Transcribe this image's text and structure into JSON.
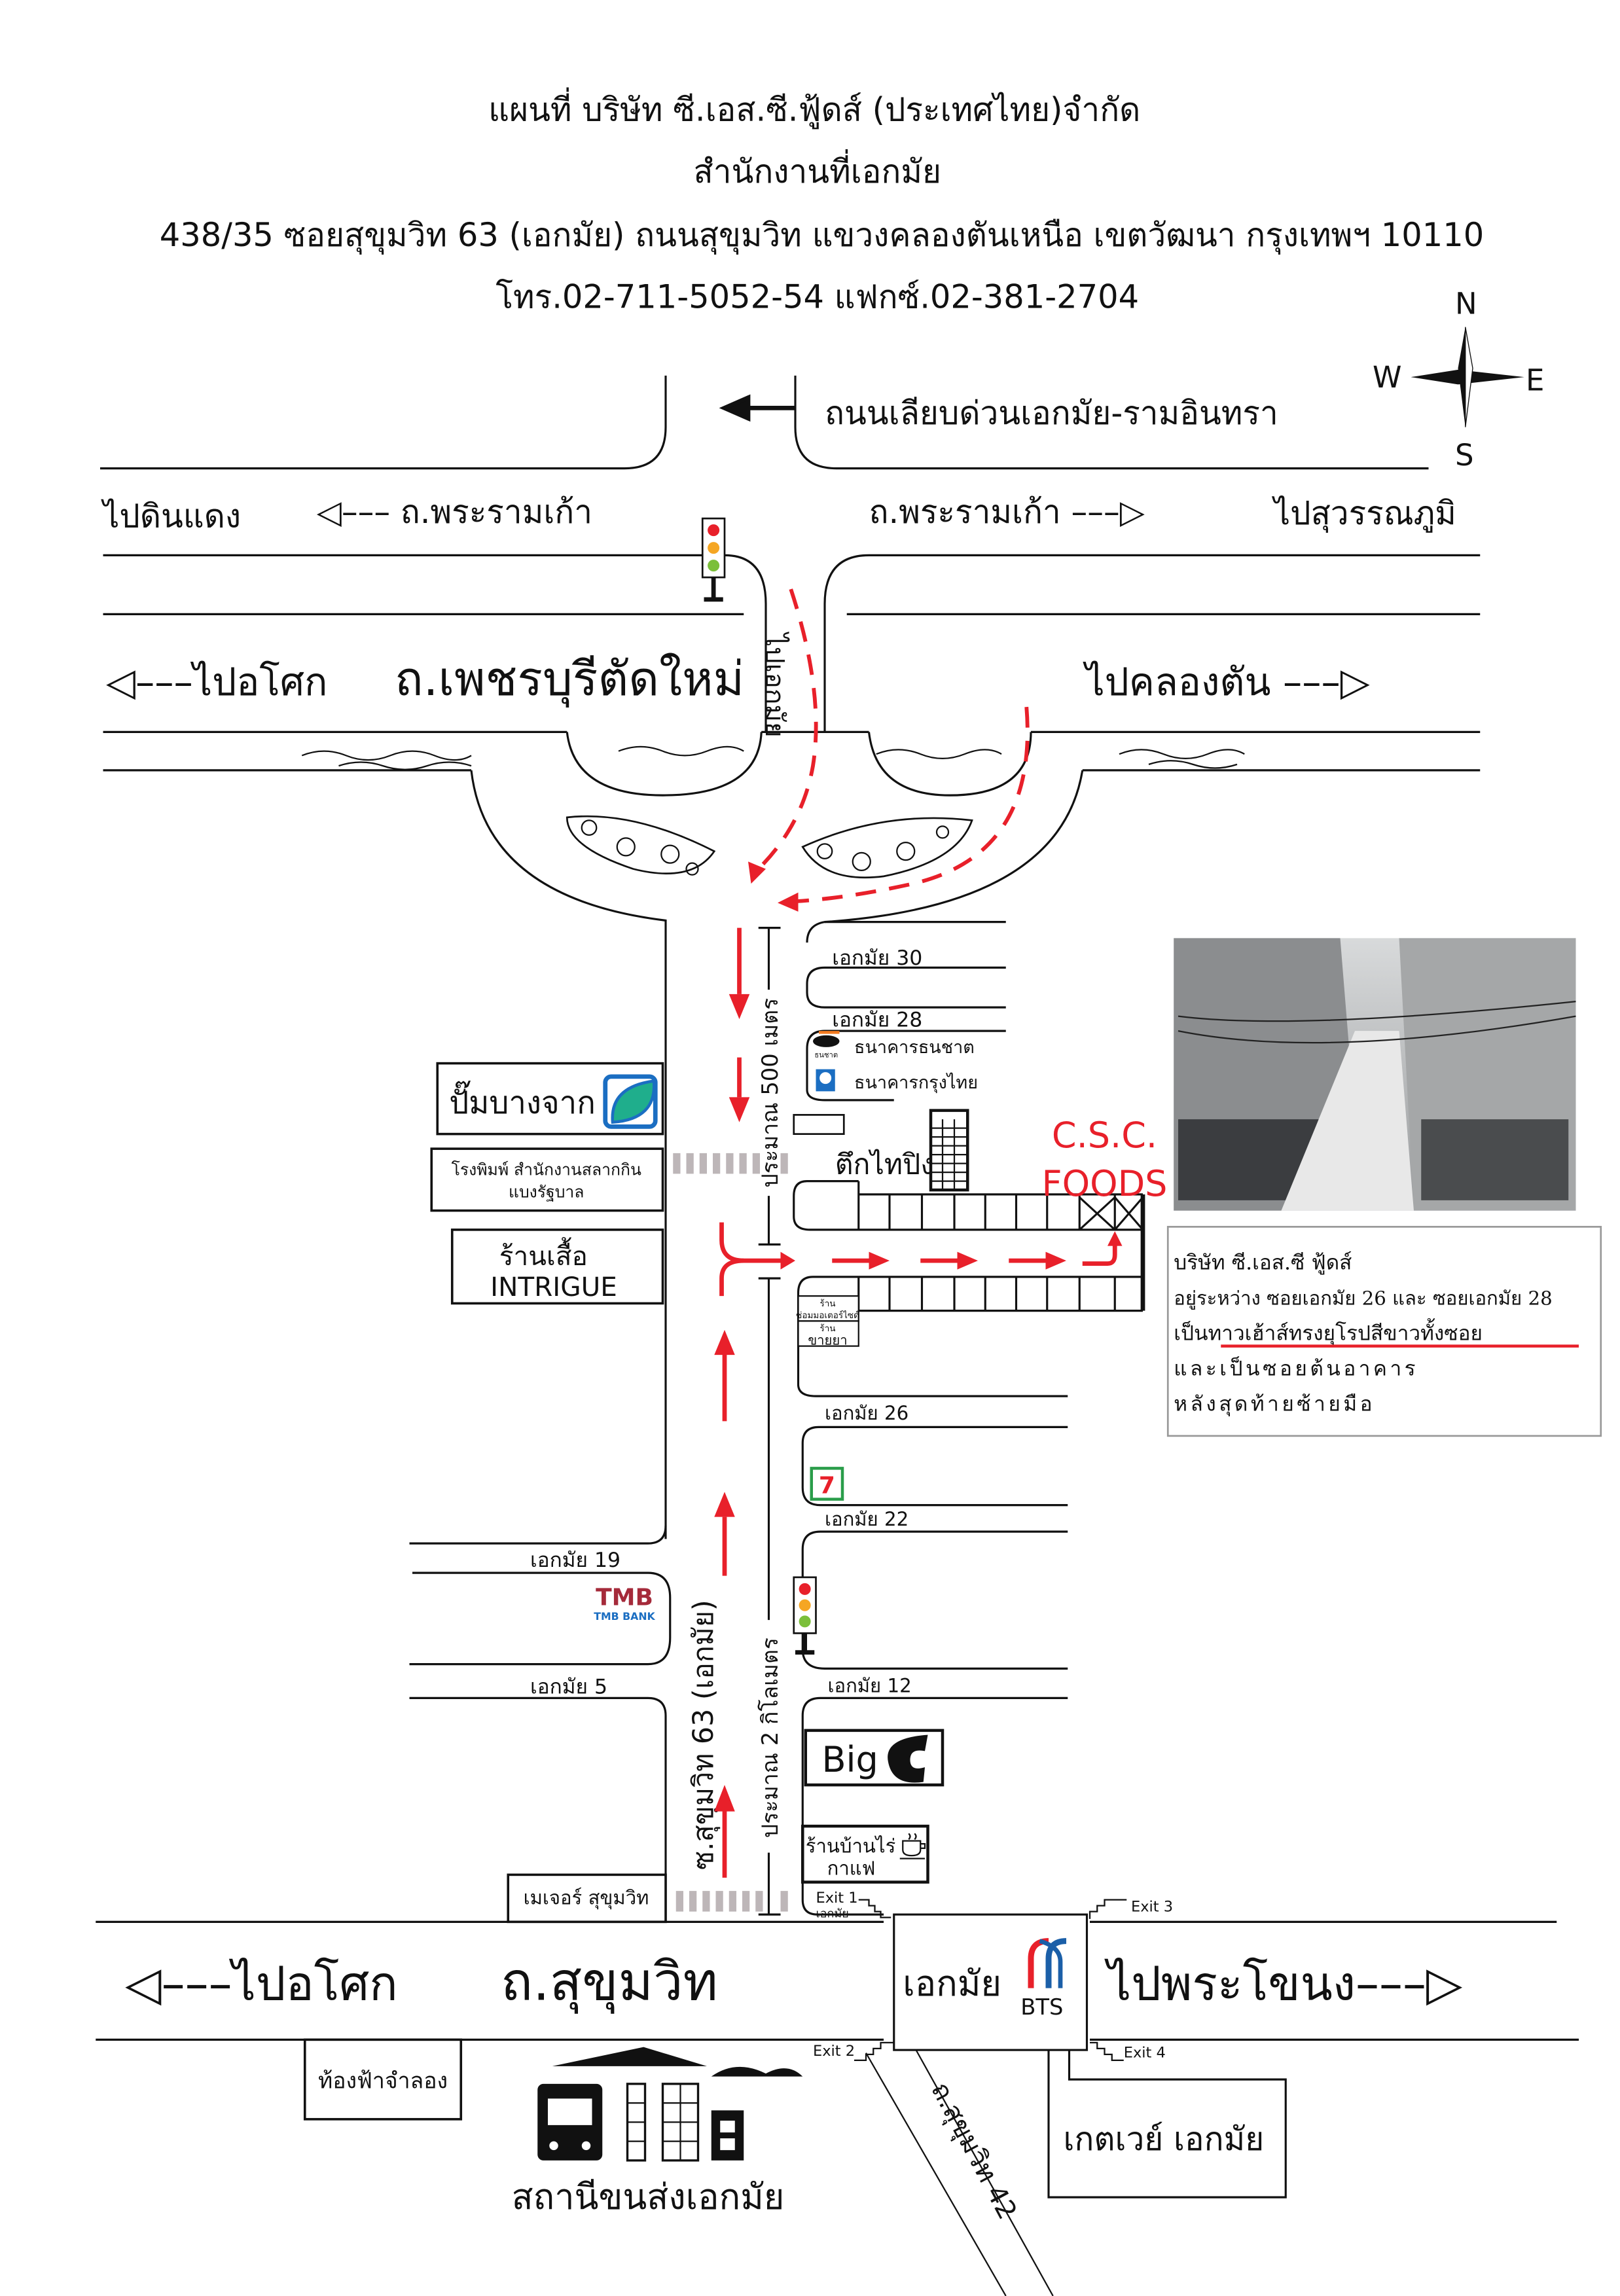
{
  "header": {
    "title": "แผนที่ บริษัท ซี.เอส.ซี.ฟู้ดส์ (ประเทศไทย)จำกัด",
    "office": "สำนักงานที่เอกมัย",
    "address": "438/35 ซอยสุขุมวิท 63 (เอกมัย) ถนนสุขุมวิท แขวงคลองตันเหนือ เขตวัฒนา กรุงเทพฯ 10110",
    "contact": "โทร.02-711-5052-54 แฟกซ์.02-381-2704"
  },
  "compass": {
    "n": "N",
    "s": "S",
    "e": "E",
    "w": "W"
  },
  "roads": {
    "expressway": "ถนนเลียบด่วนเอกมัย-รามอินทรา",
    "to_din_daeng": "ไปดินแดง",
    "rama9_left": "◁––– ถ.พระรามเก้า",
    "rama9_right": "ถ.พระรามเก้า –––▷",
    "to_suvarnabhumi": "ไปสุวรรณภูมิ",
    "to_asok_top": "◁–––ไปอโศก",
    "phetchaburi": "ถ.เพชรบุรีตัดใหม่",
    "to_khlong_tan": "ไปคลองตัน –––▷",
    "to_ekkamai": "ไปเอกมัย",
    "to_asok_bottom": "◁–––ไปอโศก",
    "sukhumvit": "ถ.สุขุมวิท",
    "to_phra_khanong": "ไปพระโขนง–––▷",
    "soi63": "ซ.สุขุมวิท 63 (เอกมัย)",
    "soi42": "ถ.สุขุมวิท 42"
  },
  "distances": {
    "d500": "ประมาณ 500 เมตร",
    "d2km": "ประมาณ 2 กิโลเมตร"
  },
  "sois": {
    "s30": "เอกมัย 30",
    "s28": "เอกมัย 28",
    "s26": "เอกมัย 26",
    "s22": "เอกมัย 22",
    "s12": "เอกมัย 12",
    "s19": "เอกมัย 19",
    "s5": "เอกมัย 5"
  },
  "landmarks": {
    "thanachart": "ธนาคารธนชาต",
    "krungthai": "ธนาคารกรุงไทย",
    "taiping": "ตึกไทปิง",
    "bangchak": "ปั๊มบางจาก",
    "printing_1": "โรงพิมพ์ สำนักงานสลากกิน",
    "printing_2": "แบงรัฐบาล",
    "intrigue_1": "ร้านเสื้อ",
    "intrigue_2": "INTRIGUE",
    "moto_1": "ร้าน",
    "moto_2": "ซ่อมมอเตอร์ไซด์",
    "pharmacy_1": "ร้าน",
    "pharmacy_2": "ขายยา",
    "tmb": "TMB",
    "tmb_bank": "TMB BANK",
    "big_c": "Big",
    "banrai_1": "ร้านบ้านไร่",
    "banrai_2": "กาแฟ",
    "major": "เมเจอร์ สุขุมวิท",
    "planetarium": "ท้องฟ้าจำลอง",
    "bus_terminal": "สถานีขนส่งเอกมัย",
    "gateway": "เกตเวย์ เอกมัย",
    "bts_station": "เอกมัย",
    "bts": "BTS",
    "thanachart_logo": "ธนชาต",
    "seven_eleven": "7"
  },
  "exits": {
    "exit1": "Exit 1",
    "exit1_sub": "เอกมัย",
    "exit2": "Exit 2",
    "exit3": "Exit 3",
    "exit4": "Exit 4"
  },
  "destination": {
    "line1": "C.S.C.",
    "line2": "FOODS",
    "color": "#e8202a"
  },
  "description": {
    "line1": "บริษัท ซี.เอส.ซี ฟู้ดส์",
    "line2": "อยู่ระหว่าง ซอยเอกมัย 26 และ ซอยเอกมัย 28",
    "line3a": "เป็น",
    "line3b": "ทาวเฮ้าส์ทรงยุโรปสีขาวทั้งซอย",
    "line4": "และเป็นซอยต้นอาคาร",
    "line5": "หลังสุดท้ายซ้ายมือ"
  }
}
